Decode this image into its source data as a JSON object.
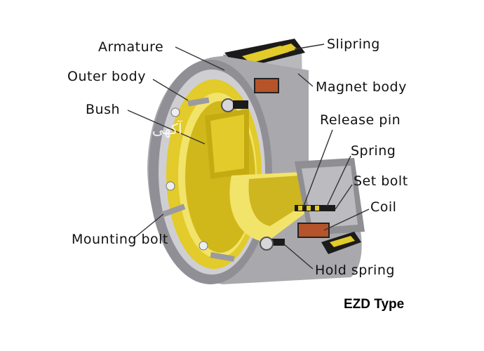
{
  "diagram": {
    "labels": {
      "armature": "Armature",
      "outer_body": "Outer body",
      "bush": "Bush",
      "slipring": "Slipring",
      "magnet_body": "Magnet body",
      "release_pin": "Release pin",
      "spring": "Spring",
      "set_bolt": "Set bolt",
      "coil": "Coil",
      "mounting_bolt": "Mounting bolt",
      "hold_spring": "Hold spring"
    },
    "caption": "EZD Type",
    "watermark": "آکهی سرا"
  },
  "colors": {
    "steel": "#a9a9ad",
    "steel_light": "#cfcfd3",
    "steel_dark": "#6e6e73",
    "yellow": "#e2cb2a",
    "yellow_dark": "#b59a10",
    "yellow_light": "#f2e46a",
    "coil": "#b5542a",
    "black": "#1b1b1b",
    "leader": "#333333"
  }
}
